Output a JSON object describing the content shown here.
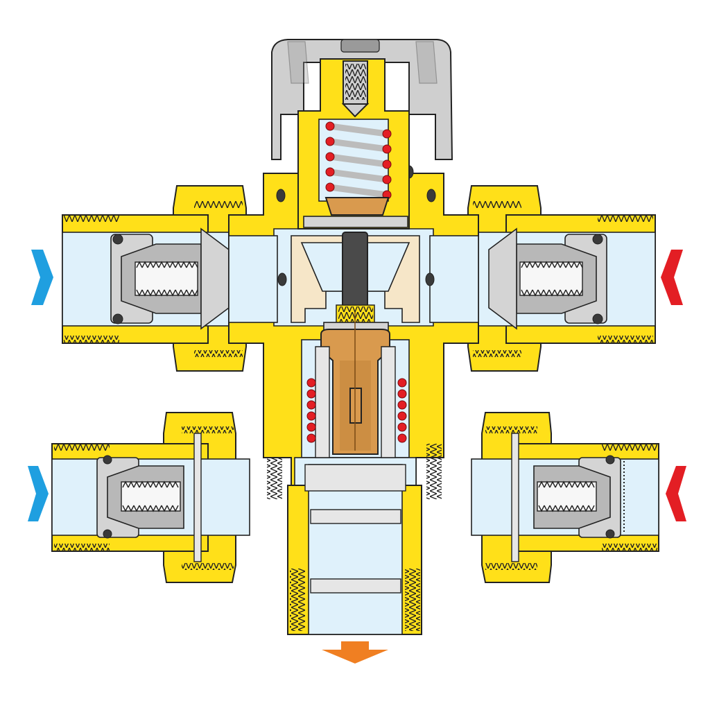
{
  "diagram": {
    "kind": "thermostatic mixing valve cross-section",
    "colors": {
      "brass": "#ffe019",
      "brass_dark": "#c9a800",
      "water": "#dff1fb",
      "water_dark": "#bfe0f2",
      "knob": "#cfcfcf",
      "knob_dark": "#9a9a9a",
      "spring": "#e31e24",
      "element": "#d99a4e",
      "element_dark": "#a66a24",
      "stem": "#4a4a4a",
      "liner": "#f6e6c8",
      "seal": "#3a3a3a",
      "outline": "#222222",
      "cold_arrow": "#1f9fe0",
      "hot_arrow": "#e31e24",
      "mixed_arrow": "#f07f22"
    },
    "arrows": [
      {
        "id": "cold-inlet-upper",
        "meaning": "cold",
        "direction": "right"
      },
      {
        "id": "hot-inlet-upper",
        "meaning": "hot",
        "direction": "left"
      },
      {
        "id": "cold-inlet-lower",
        "meaning": "cold",
        "direction": "right"
      },
      {
        "id": "hot-inlet-lower",
        "meaning": "hot",
        "direction": "left"
      },
      {
        "id": "mixed-outlet",
        "meaning": "mixed",
        "direction": "down"
      }
    ]
  }
}
